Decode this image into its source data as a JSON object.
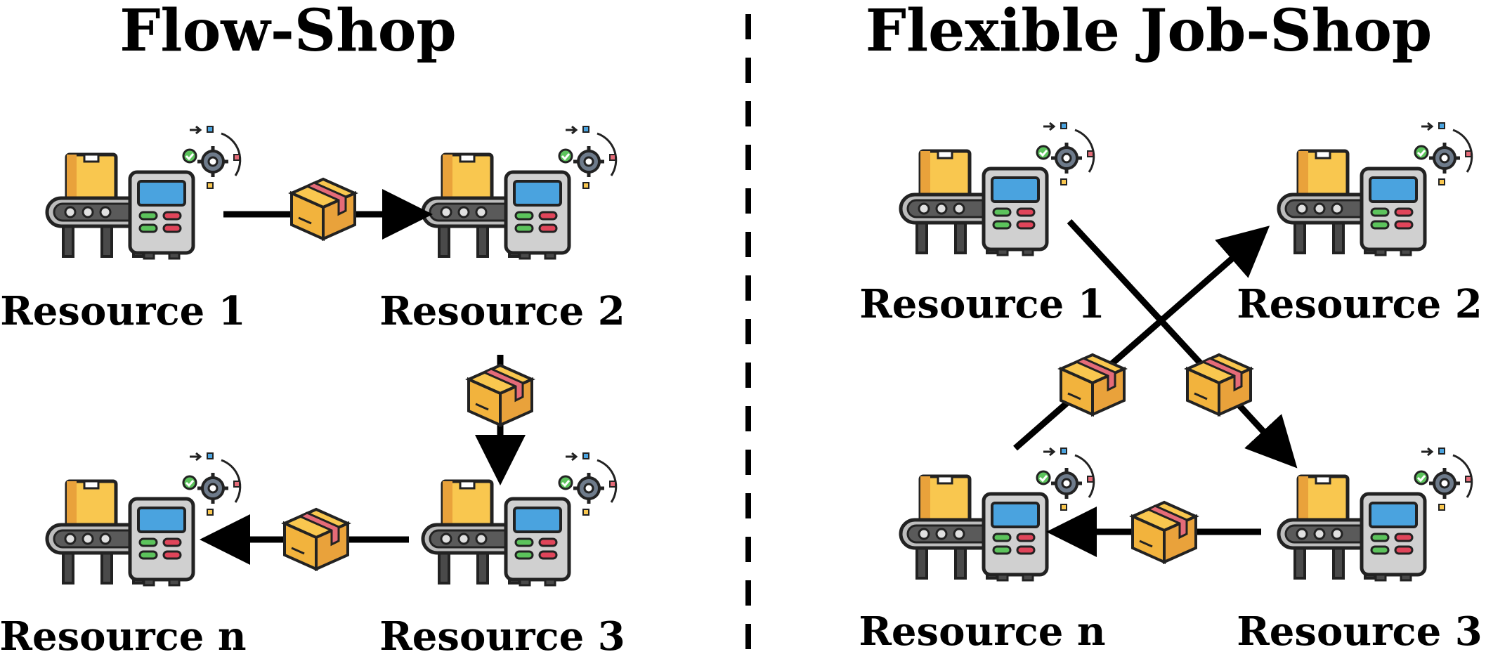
{
  "panels": [
    {
      "title": "Flow-Shop",
      "resources": [
        "Resource 1",
        "Resource 2",
        "Resource 3",
        "Resource n"
      ]
    },
    {
      "title": "Flexible Job-Shop",
      "resources": [
        "Resource 1",
        "Resource 2",
        "Resource 3",
        "Resource n"
      ]
    }
  ],
  "colors": {
    "box": "#f9c74f",
    "box_dark": "#e9a23b",
    "tape": "#e56b78",
    "screen": "#4aa3df",
    "machine_body": "#d0d0d0",
    "green": "#5cc35c",
    "red": "#e0455a",
    "gear": "#6e7b8b"
  },
  "icons": [
    "conveyor-machine-icon",
    "package-icon",
    "gear-icon",
    "check-icon"
  ]
}
